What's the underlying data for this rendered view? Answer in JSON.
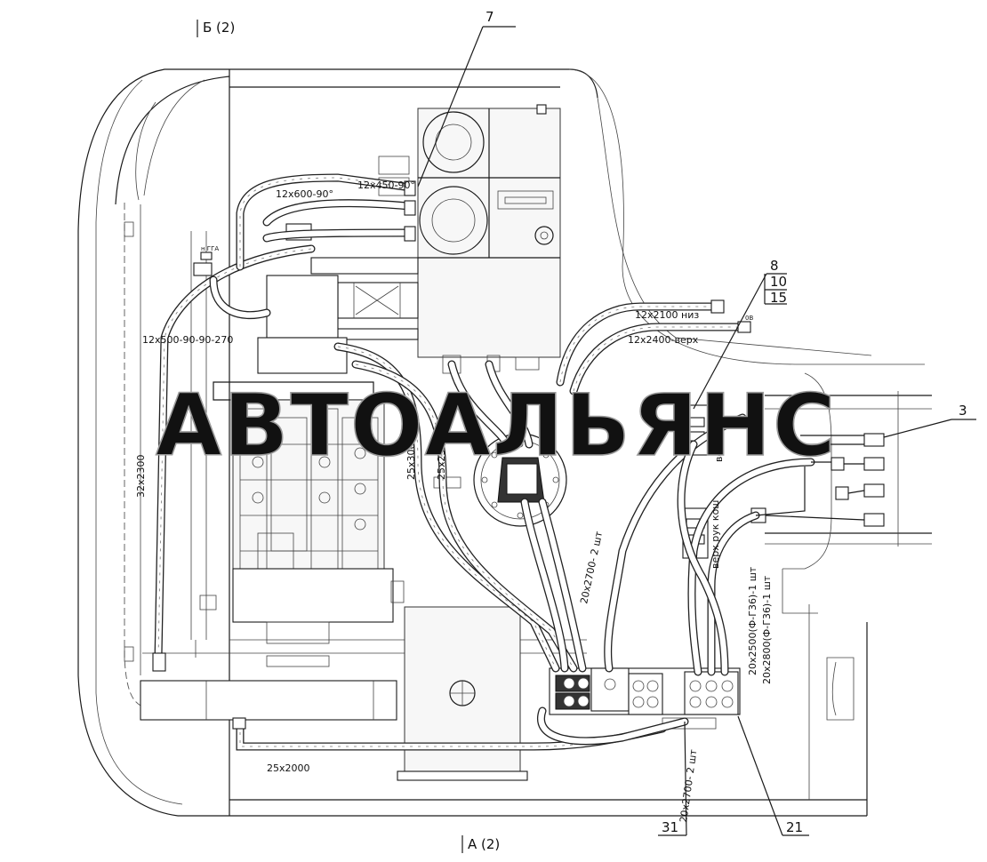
{
  "views": {
    "b": "Б (2)",
    "a": "А (2)"
  },
  "callouts": {
    "c7": "7",
    "c8": "8",
    "c10": "10",
    "c15": "15",
    "c3": "3",
    "c31": "31",
    "c21": "21"
  },
  "hose_labels": {
    "h12x450": "12х450-90°",
    "h12x600": "12х600-90°",
    "h12x500": "12х500-90-90-270",
    "h12x2100": "12х2100 низ",
    "h12x2400": "12х2400-верх",
    "h32x2300": "32х2300",
    "h25x3000": "25х3000",
    "h25x2500": "25х2500",
    "h20x2700a": "20х2700- 2 шт",
    "h20x2500": "20х2500(Ф-Г36)-1 шт",
    "h20x2800": "20х2800(Ф-Г36)-1 шт",
    "h25x2000": "25х2000",
    "h20x2700b": "20х2700- 2 шт"
  },
  "small_text": {
    "fitting_top": "н ГГА",
    "fitting_id": "0В",
    "boom_upper": "верх кош рук",
    "boom_lower": "верх рук кош"
  },
  "watermark": "АВТОАЛЬЯНС"
}
